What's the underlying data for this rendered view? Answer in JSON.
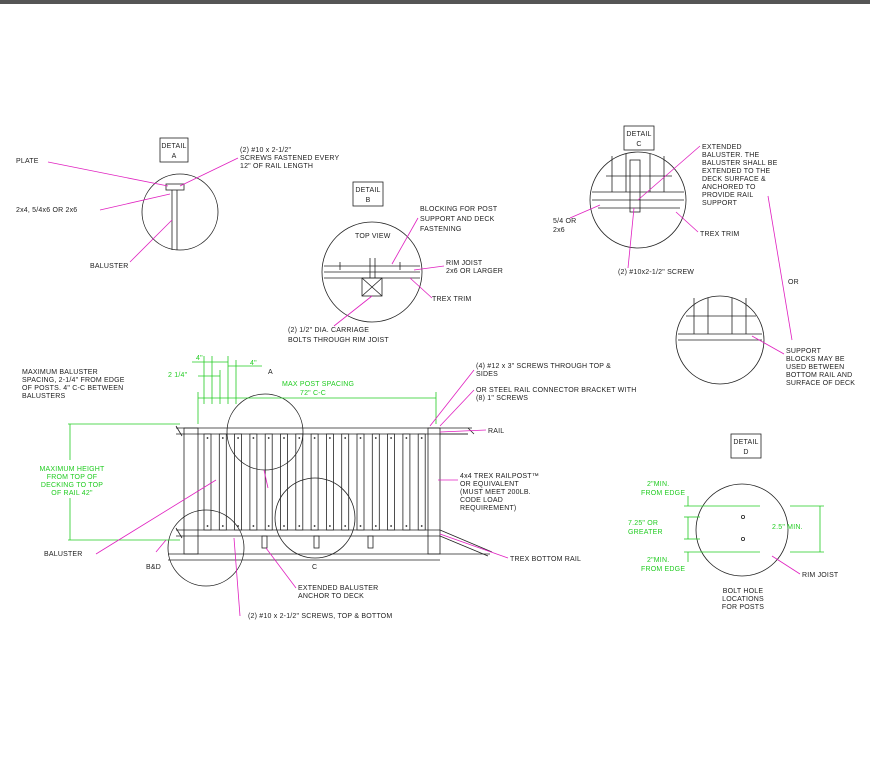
{
  "detail_a": {
    "tag": [
      "DETAIL",
      "A"
    ],
    "plate": "PLATE",
    "screws": [
      "(2) #10 x 2-1/2\"",
      "SCREWS FASTENED EVERY",
      "12\" OF RAIL LENGTH"
    ],
    "post_size": "2x4, 5/4x6 OR 2x6",
    "baluster": "BALUSTER"
  },
  "detail_b": {
    "tag": [
      "DETAIL",
      "B"
    ],
    "top_view": "TOP VIEW",
    "blocking": [
      "BLOCKING FOR POST",
      "SUPPORT AND DECK",
      "FASTENING"
    ],
    "rim_joist": [
      "RIM JOIST",
      "2x6 OR LARGER"
    ],
    "trex_trim": "TREX TRIM",
    "bolts": [
      "(2) 1/2\" DIA. CARRIAGE",
      "BOLTS THROUGH RIM JOIST"
    ]
  },
  "detail_c": {
    "tag": [
      "DETAIL",
      "C"
    ],
    "extended": [
      "EXTENDED",
      "BALUSTER. THE",
      "BALUSTER SHALL BE",
      "EXTENDED TO THE",
      "DECK SURFACE &",
      "ANCHORED TO",
      "PROVIDE RAIL",
      "SUPPORT"
    ],
    "board": [
      "5/4 OR",
      "2x6"
    ],
    "trex_trim": "TREX TRIM",
    "screw": "(2) #10x2-1/2\" SCREW",
    "or": "OR",
    "support": [
      "SUPPORT",
      "BLOCKS MAY BE",
      "USED BETWEEN",
      "BOTTOM RAIL AND",
      "SURFACE OF DECK"
    ]
  },
  "detail_d": {
    "tag": [
      "DETAIL",
      "D"
    ],
    "min_top": [
      "2\"MIN.",
      "FROM EDGE"
    ],
    "spacing": [
      "7.25\" OR",
      "GREATER"
    ],
    "min_bottom": [
      "2\"MIN.",
      "FROM EDGE"
    ],
    "width": "2.5\" MIN.",
    "rim_joist": "RIM JOIST",
    "caption": [
      "BOLT HOLE",
      "LOCATIONS",
      "FOR POSTS"
    ]
  },
  "elevation": {
    "spacing_note": [
      "MAXIMUM BALUSTER",
      "SPACING, 2-1/4\" FROM EDGE",
      "OF POSTS. 4\" C-C BETWEEN",
      "BALUSTERS"
    ],
    "dim_4_left": "4\"",
    "dim_2_14": "2 1/4\"",
    "dim_4_right": "4\"",
    "callout_a": "A",
    "max_post": [
      "MAX POST SPACING",
      "72\" C-C"
    ],
    "screws_top": [
      "(4) #12 x 3\" SCREWS THROUGH TOP &",
      "SIDES"
    ],
    "bracket": [
      "OR STEEL RAIL CONNECTOR BRACKET WITH",
      "(8) 1\" SCREWS"
    ],
    "rail": "RAIL",
    "max_height": [
      "MAXIMUM HEIGHT",
      "FROM TOP OF",
      "DECKING TO TOP",
      "OF RAIL 42\""
    ],
    "railpost": [
      "4x4 TREX RAILPOST™",
      "OR EQUIVALENT",
      "(MUST MEET 200LB.",
      "CODE LOAD",
      "REQUIREMENT)"
    ],
    "baluster": "BALUSTER",
    "bottom_rail": "TREX BOTTOM RAIL",
    "callout_bd": "B&D",
    "callout_c": "C",
    "anchor": [
      "EXTENDED BALUSTER",
      "ANCHOR TO DECK"
    ],
    "screws_bottom": "(2) #10 x 2-1/2\" SCREWS, TOP & BOTTOM"
  }
}
